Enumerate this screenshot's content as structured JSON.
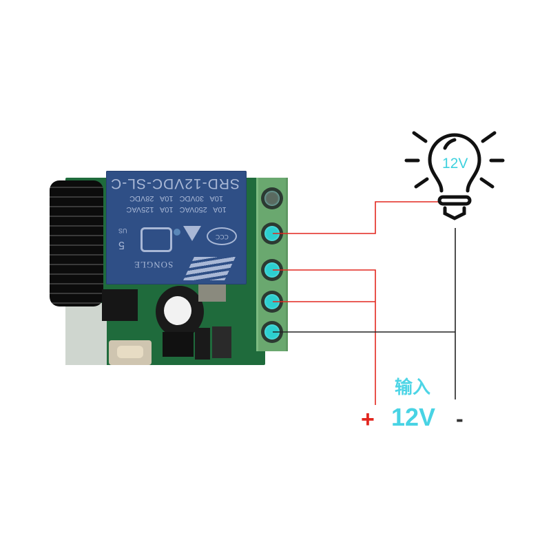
{
  "module": {
    "relay": {
      "model": "SRD-12VDC-SL-C",
      "rating_row1": "10A 30VDC 10A 28VDC",
      "rating_row2": "10A 250VAC 10A 125VAC",
      "brand": "SONGLE",
      "number": "5",
      "cert_us": "US",
      "cert_ccc": "CCC"
    },
    "terminals": [
      "t1",
      "t2",
      "t3",
      "t4",
      "t5"
    ]
  },
  "bulb": {
    "label": "12V"
  },
  "power": {
    "input_label": "输入",
    "voltage_label": "12V",
    "plus": "+",
    "minus": "-"
  },
  "colors": {
    "positive_wire": "#e2261e",
    "negative_wire": "#222222",
    "accent": "#48d3e4"
  }
}
